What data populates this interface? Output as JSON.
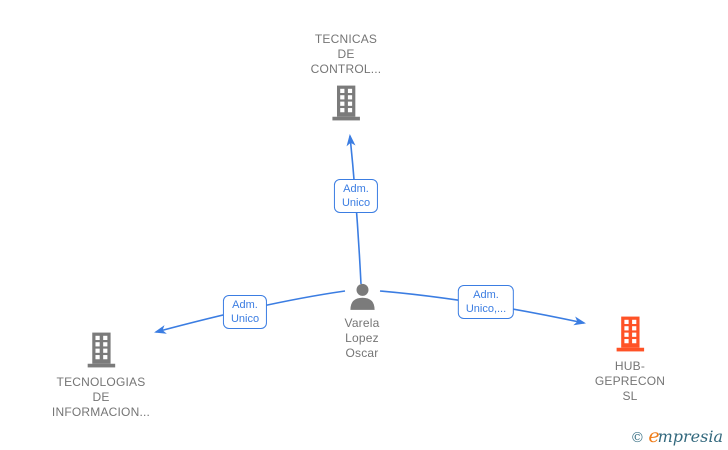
{
  "diagram": {
    "colors": {
      "company_default": "#7b7b7b",
      "company_highlight": "#ff5226",
      "edge_blue": "#3b7de2",
      "text_gray": "#757575"
    },
    "nodes": {
      "company_top": {
        "type": "company",
        "name": "TECNICAS\nDE\nCONTROL..."
      },
      "company_left": {
        "type": "company",
        "name": "TECNOLOGIAS\nDE\nINFORMACION..."
      },
      "company_right": {
        "type": "company",
        "name": "HUB-\nGEPRECON\nSL"
      },
      "person_center": {
        "type": "person",
        "name": "Varela\nLopez\nOscar"
      }
    },
    "edges": [
      {
        "from": "person_center",
        "to": "company_top",
        "label": "Adm.\nUnico"
      },
      {
        "from": "person_center",
        "to": "company_left",
        "label": "Adm.\nUnico"
      },
      {
        "from": "person_center",
        "to": "company_right",
        "label": "Adm.\nUnico,..."
      }
    ],
    "watermark": {
      "copyright": "©",
      "brand_first": "e",
      "brand_rest": "mpresia"
    }
  }
}
